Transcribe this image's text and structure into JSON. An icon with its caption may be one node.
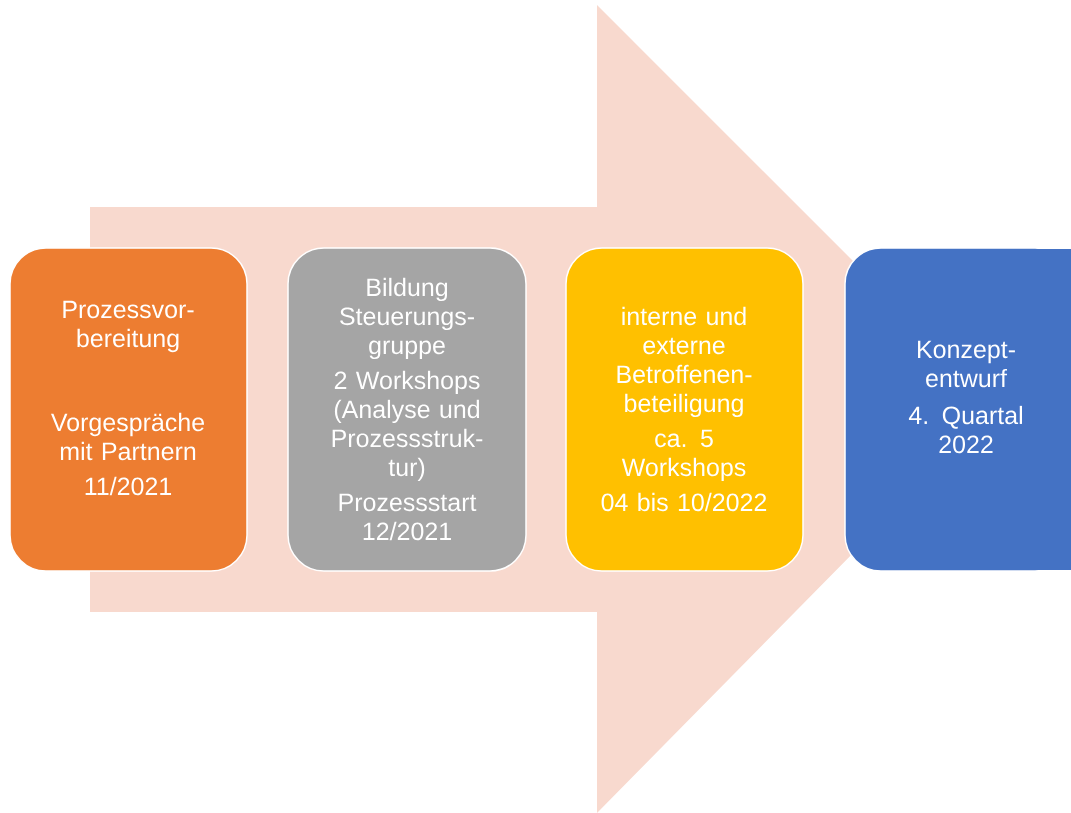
{
  "diagram": {
    "nodes": [
      {
        "text": [
          "Prozessvor- bereitung",
          "Vorgespräche mit Partnern",
          "11/2021"
        ]
      },
      {
        "text": [
          "Bildung Steuerungs- gruppe",
          "2 Workshops (Analyse und Prozessstruk- tur)",
          "Prozessstart 12/2021"
        ]
      },
      {
        "text": [
          "interne und externe Betroffenen- beteiligung",
          "ca. 5 Workshops",
          "04 bis 10/2022"
        ]
      },
      {
        "text": [
          "Konzept- entwurf",
          "4. Quartal 2022"
        ]
      }
    ],
    "edges": [
      {
        "from": 0,
        "to": 3,
        "arrow": "to"
      }
    ]
  }
}
